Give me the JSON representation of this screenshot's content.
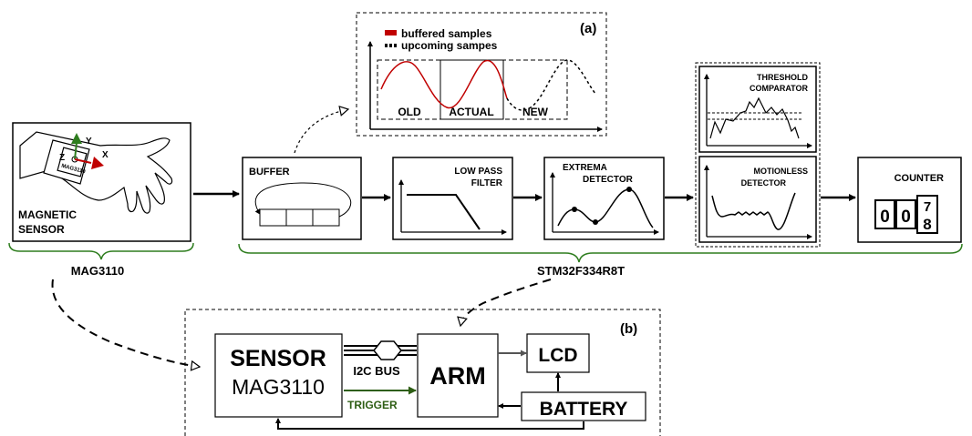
{
  "panel_a": {
    "tag": "(a)",
    "legend": [
      "buffered samples",
      "upcoming sampes"
    ],
    "segments": [
      "OLD",
      "ACTUAL",
      "NEW"
    ]
  },
  "sensor": {
    "label_1": "MAGNETIC",
    "label_2": "SENSOR",
    "chip": "MAG3110"
  },
  "pipeline": {
    "buffer": "BUFFER",
    "lowpass_1": "LOW PASS",
    "lowpass_2": "FILTER",
    "extrema_1": "EXTREMA",
    "extrema_2": "DETECTOR",
    "threshold_1": "THRESHOLD",
    "threshold_2": "COMPARATOR",
    "motionless_1": "MOTIONLESS",
    "motionless_2": "DETECTOR",
    "counter": "COUNTER",
    "digits": [
      "0",
      "0",
      "7",
      "8"
    ]
  },
  "groups": {
    "sensor_chip": "MAG3110",
    "mcu": "STM32F334R8T"
  },
  "panel_b": {
    "tag": "(b)",
    "sensor_1": "SENSOR",
    "sensor_2": "MAG3110",
    "bus": "I2C BUS",
    "trigger": "TRIGGER",
    "arm": "ARM",
    "lcd": "LCD",
    "battery": "BATTERY"
  },
  "colors": {
    "red": "#c00000",
    "green": "#2e7d1e",
    "trigger": "#2e5e14"
  },
  "icons": [
    "hand-with-sensor-icon",
    "axis-y-arrow-icon",
    "axis-x-arrow-icon"
  ]
}
